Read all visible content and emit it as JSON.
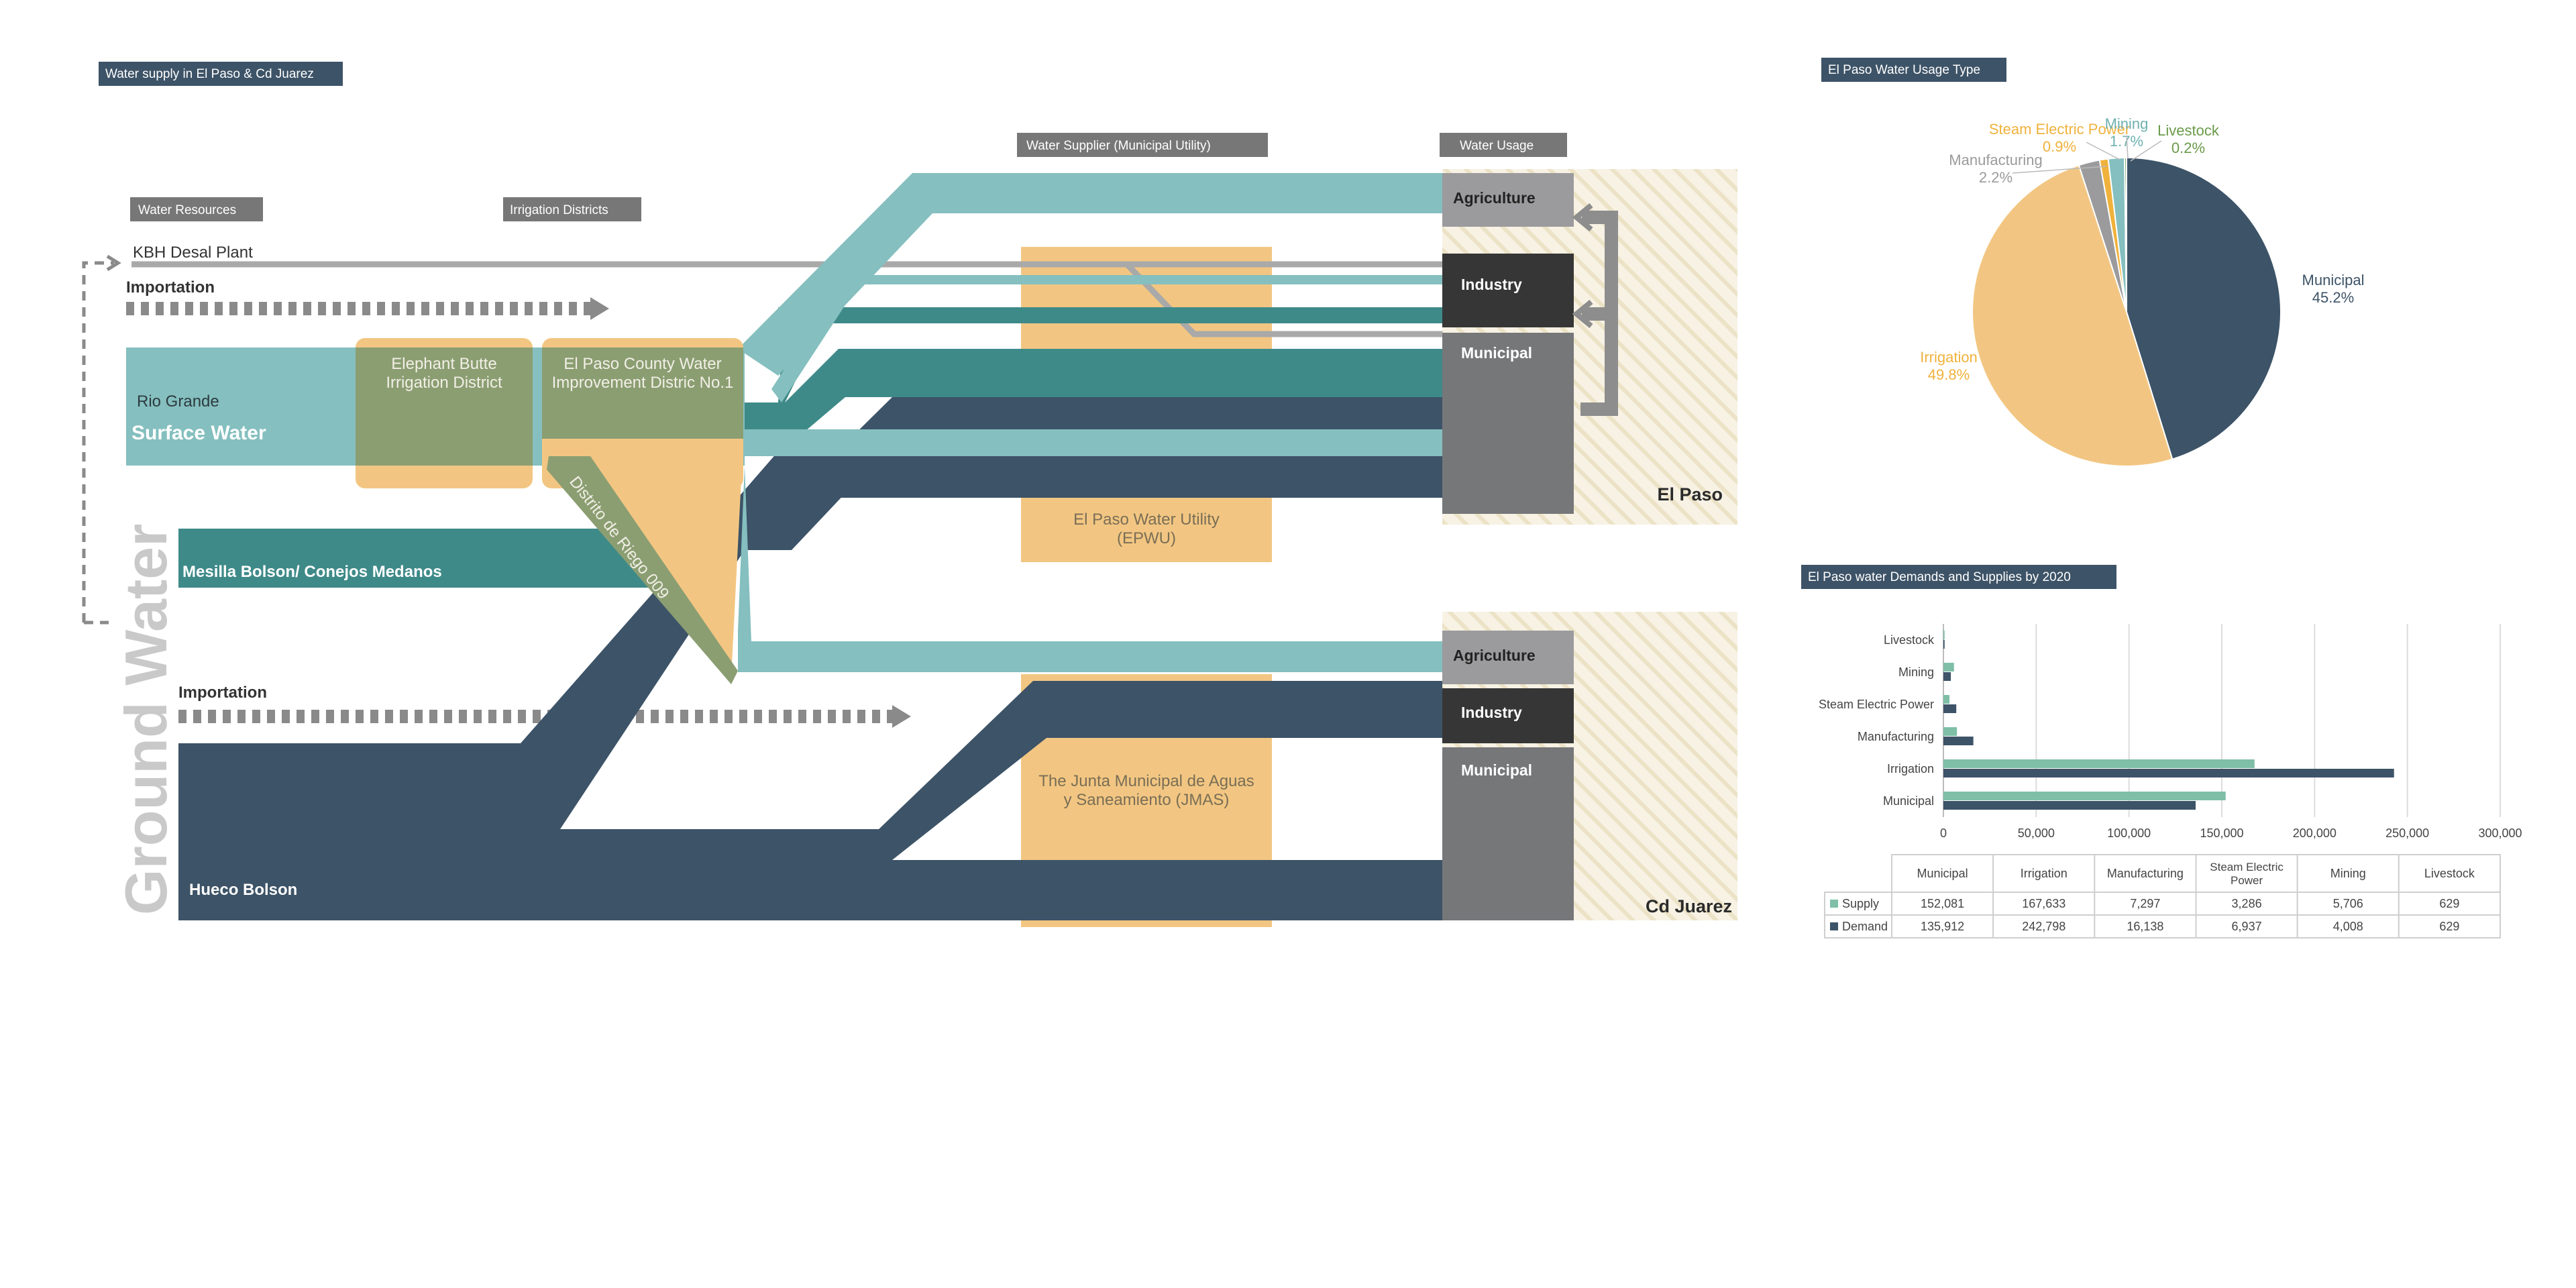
{
  "colors": {
    "light_teal": "#85bfbf",
    "teal": "#3e8a89",
    "navy": "#3d5367",
    "sand": "#f2c682",
    "olive": "#8b9e72",
    "gray_label": "#666666",
    "usage_gray": "#767779",
    "usage_dark": "#363636",
    "usage_light": "#9b9b9d",
    "wheat_hatch": "#f3ecda",
    "supply_bar": "#7fbfa8",
    "demand_bar": "#3d5367",
    "pie_municipal": "#3d5367",
    "pie_irrigation": "#f2c682",
    "pie_manufacturing": "#9b9b9d",
    "pie_steam": "#f0b23c",
    "pie_mining": "#85bfbf",
    "pie_livestock": "#6a9a4a"
  },
  "diagram": {
    "title": "Water supply in El Paso & Cd Juarez",
    "headers": {
      "water_resources": "Water Resources",
      "irrigation_districts": "Irrigation Districts",
      "water_supplier": "Water Supplier (Municipal Utility)",
      "water_usage": "Water Usage"
    },
    "sources": {
      "kbh": "KBH Desal Plant",
      "importation_top": "Importation",
      "rio_grande": "Rio Grande",
      "surface_water": "Surface Water",
      "mesilla": "Mesilla Bolson/ Conejos Medanos",
      "importation_bottom": "Importation",
      "hueco": "Hueco Bolson",
      "ground_water": "Ground Water"
    },
    "districts": {
      "elephant_butte": [
        "Elephant Butte",
        "Irrigation District"
      ],
      "el_paso_county": [
        "El Paso County Water",
        "Improvement Distric No.1"
      ],
      "distrito": "Distrito de Riego 009"
    },
    "suppliers": {
      "epwu": [
        "El Paso Water Utility",
        "(EPWU)"
      ],
      "jmas": [
        "The Junta Municipal de Aguas",
        "y Saneamiento (JMAS)"
      ]
    },
    "usage": {
      "el_paso": {
        "city": "El Paso",
        "agriculture": "Agriculture",
        "industry": "Industry",
        "municipal": "Municipal"
      },
      "cd_juarez": {
        "city": "Cd Juarez",
        "agriculture": "Agriculture",
        "industry": "Industry",
        "municipal": "Municipal"
      }
    }
  },
  "pie": {
    "title": "El Paso Water Usage Type",
    "chart_data": {
      "type": "pie",
      "slices": [
        {
          "label": "Municipal",
          "value": 45.2,
          "display": "45.2%"
        },
        {
          "label": "Irrigation",
          "value": 49.8,
          "display": "49.8%"
        },
        {
          "label": "Manufacturing",
          "value": 2.2,
          "display": "2.2%"
        },
        {
          "label": "Steam Electric Power",
          "value": 0.9,
          "display": "0.9%"
        },
        {
          "label": "Mining",
          "value": 1.7,
          "display": "1.7%"
        },
        {
          "label": "Livestock",
          "value": 0.2,
          "display": "0.2%"
        }
      ]
    }
  },
  "bar": {
    "title": "El Paso water Demands and Supplies by 2020",
    "chart_data": {
      "type": "bar",
      "orientation": "horizontal",
      "categories": [
        "Municipal",
        "Irrigation",
        "Manufacturing",
        "Steam Electric Power",
        "Mining",
        "Livestock"
      ],
      "series": [
        {
          "name": "Supply",
          "values": [
            152081,
            167633,
            7297,
            3286,
            5706,
            629
          ]
        },
        {
          "name": "Demand",
          "values": [
            135912,
            242798,
            16138,
            6937,
            4008,
            629
          ]
        }
      ],
      "xlim": [
        0,
        300000
      ],
      "xticks": [
        "0",
        "50,000",
        "100,000",
        "150,000",
        "200,000",
        "250,000",
        "300,000"
      ],
      "grid": true
    },
    "table": {
      "headers": [
        "Municipal",
        "Irrigation",
        "Manufacturing",
        "Steam Electric Power",
        "Mining",
        "Livestock"
      ],
      "rows": [
        {
          "label": "Supply",
          "cells": [
            "152,081",
            "167,633",
            "7,297",
            "3,286",
            "5,706",
            "629"
          ]
        },
        {
          "label": "Demand",
          "cells": [
            "135,912",
            "242,798",
            "16,138",
            "6,937",
            "4,008",
            "629"
          ]
        }
      ]
    }
  }
}
